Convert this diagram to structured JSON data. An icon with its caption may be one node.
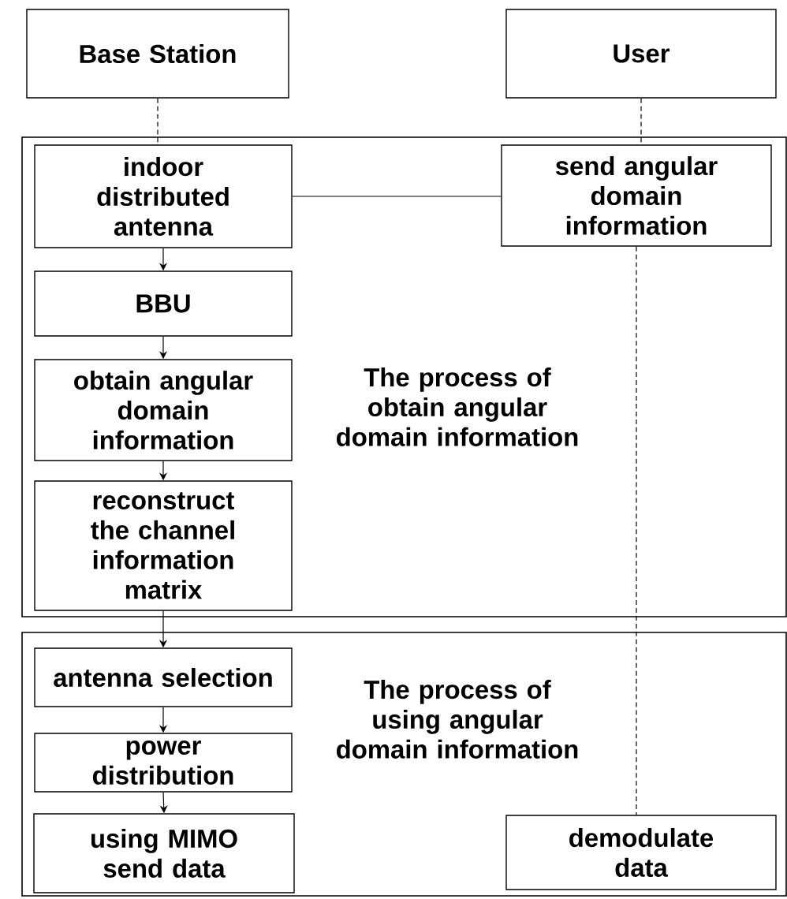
{
  "diagram": {
    "nodes": [
      {
        "text": [
          "Base Station"
        ]
      },
      {
        "text": [
          "User"
        ]
      },
      {
        "text": [
          "The process of obtain angular domain information"
        ]
      },
      {
        "text": [
          "indoor distributed antenna"
        ],
        "in": 2
      },
      {
        "text": [
          "send angular domain information"
        ],
        "in": 2
      },
      {
        "text": [
          "BBU"
        ],
        "in": 2
      },
      {
        "text": [
          "obtain angular domain information"
        ],
        "in": 2
      },
      {
        "text": [
          "reconstruct the channel information matrix"
        ],
        "in": 2
      },
      {
        "text": [
          "The process of using angular domain information"
        ]
      },
      {
        "text": [
          "antenna selection"
        ],
        "in": 8
      },
      {
        "text": [
          "power distribution"
        ],
        "in": 8
      },
      {
        "text": [
          "using MIMO send data"
        ],
        "in": 8
      },
      {
        "text": [
          "demodulate data"
        ],
        "in": 8
      }
    ],
    "edges": [
      {
        "from": 0,
        "to": 3,
        "arrow": "none",
        "style": "dashed"
      },
      {
        "from": 1,
        "to": 4,
        "arrow": "none",
        "style": "dashed"
      },
      {
        "from": 3,
        "to": 4,
        "arrow": "none"
      },
      {
        "from": 4,
        "to": 12,
        "arrow": "none",
        "style": "dashed"
      },
      {
        "from": 3,
        "to": 5,
        "arrow": "to"
      },
      {
        "from": 5,
        "to": 6,
        "arrow": "to"
      },
      {
        "from": 6,
        "to": 7,
        "arrow": "to"
      },
      {
        "from": 7,
        "to": 9,
        "arrow": "to"
      },
      {
        "from": 9,
        "to": 10,
        "arrow": "to"
      },
      {
        "from": 10,
        "to": 11,
        "arrow": "to"
      }
    ]
  }
}
